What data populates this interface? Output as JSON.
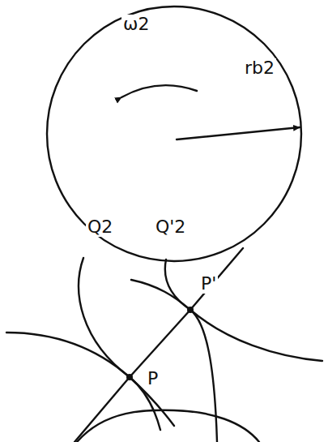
{
  "diagram": {
    "labels": [
      "ω2",
      "rb2",
      "Q2",
      "Q'2",
      "P'",
      "P"
    ]
  }
}
